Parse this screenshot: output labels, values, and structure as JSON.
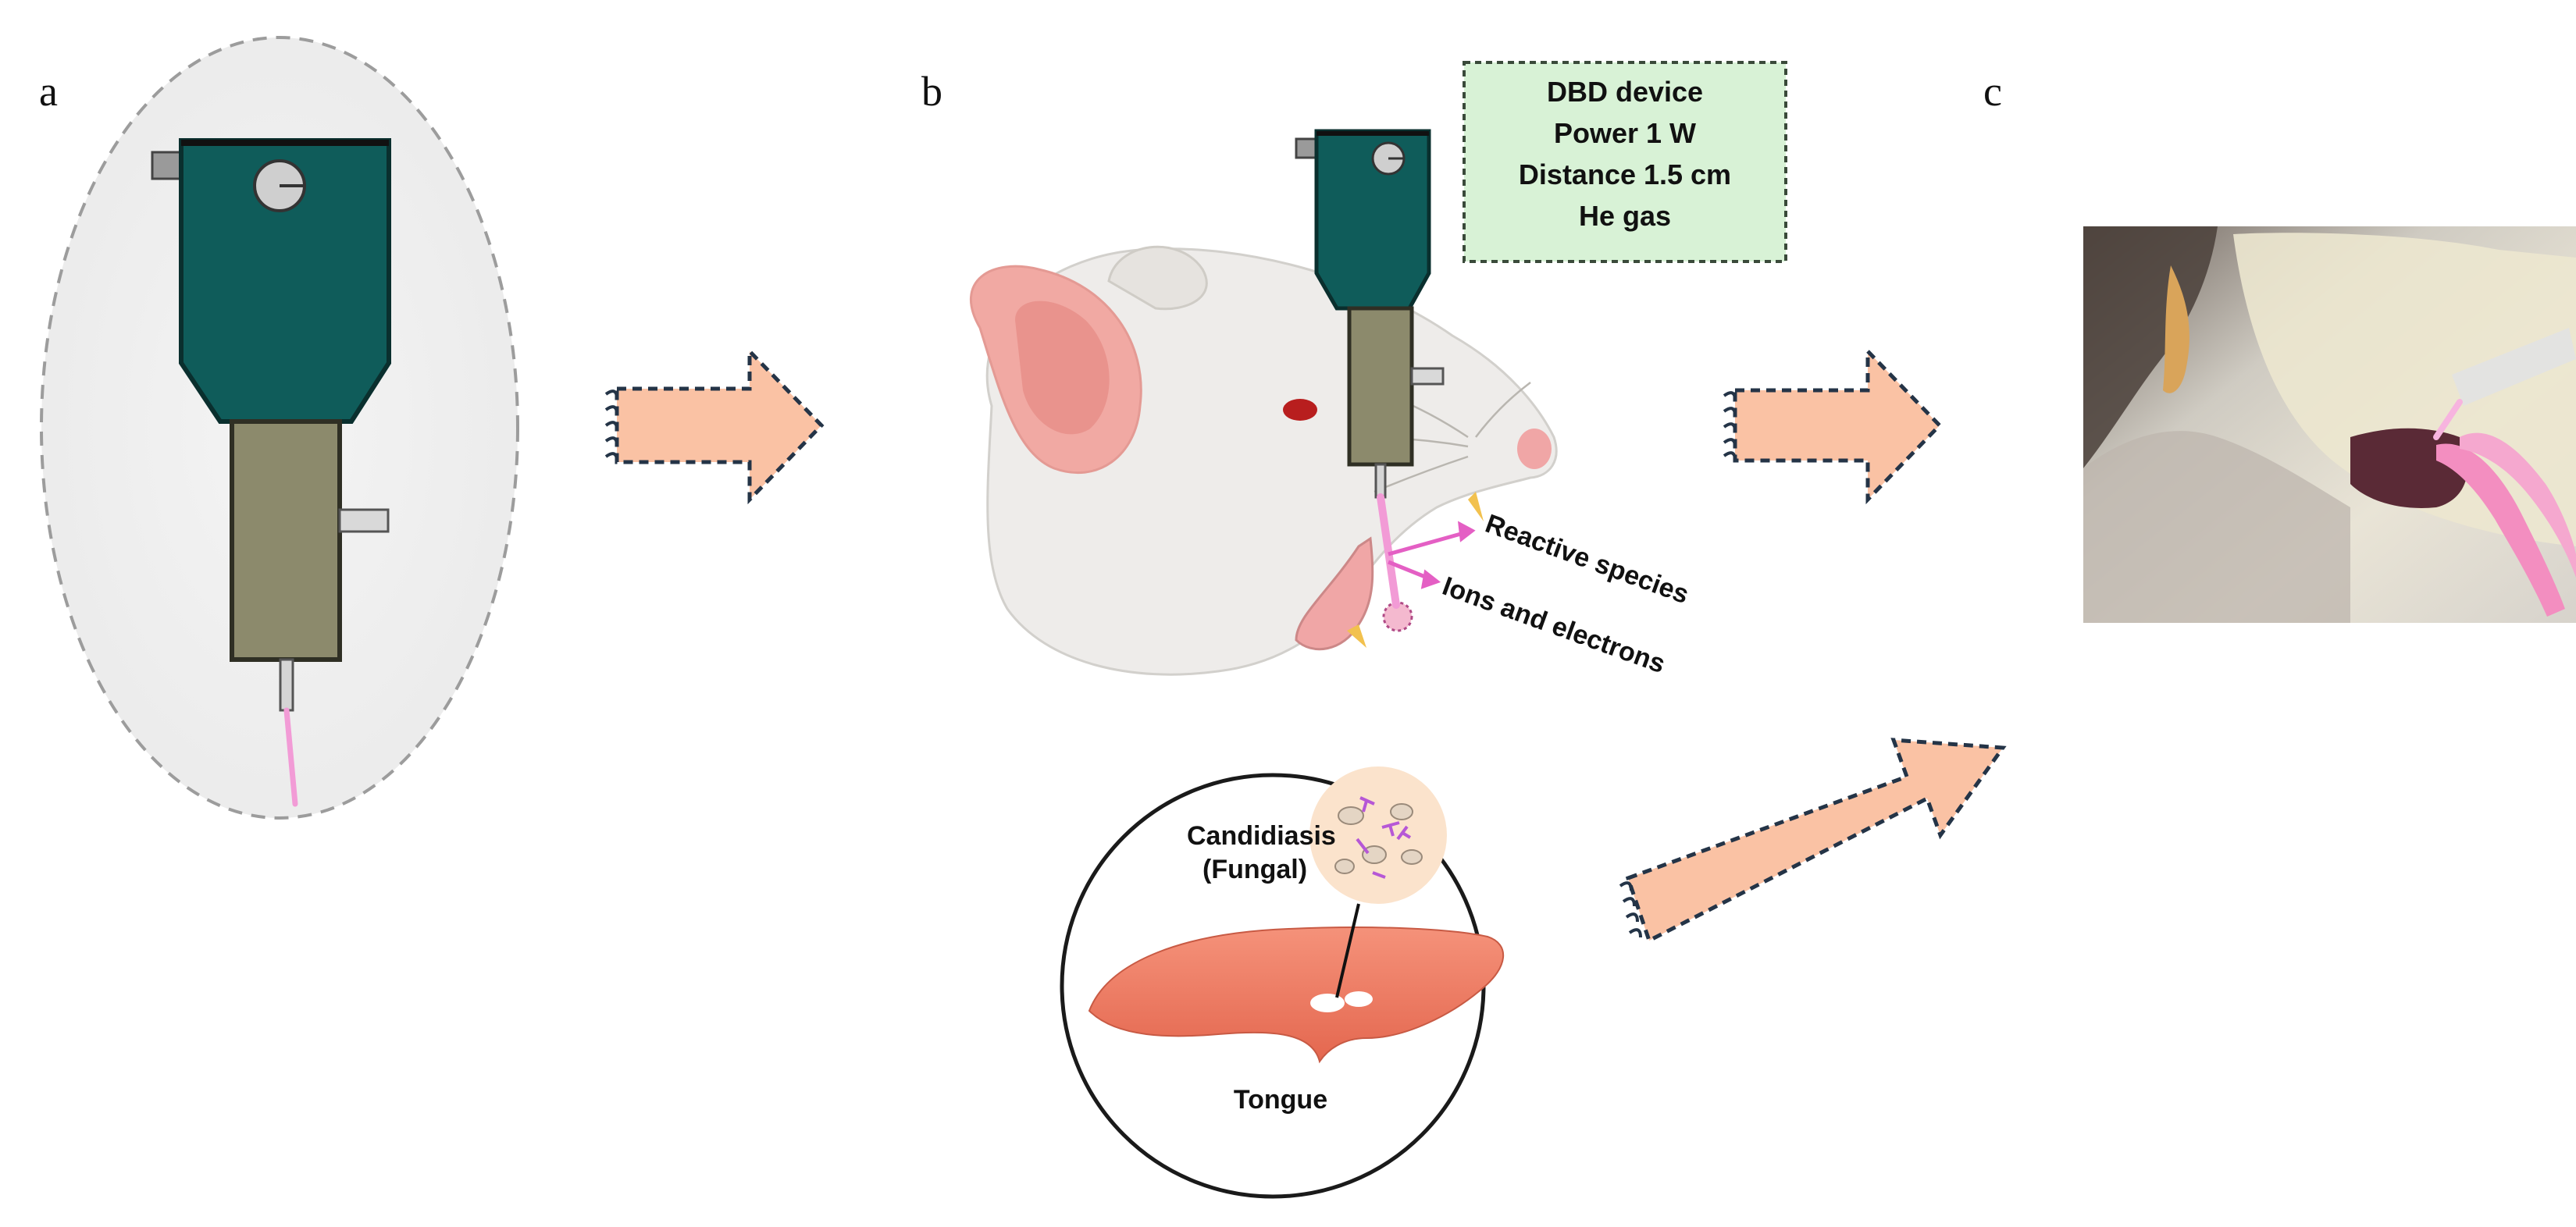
{
  "panels": {
    "a": "a",
    "b": "b",
    "c": "c"
  },
  "device_box": {
    "lines": [
      "DBD device",
      "Power 1 W",
      "Distance 1.5 cm",
      "He gas"
    ]
  },
  "plasma_labels": {
    "reactive": "Reactive species",
    "ions": "Ions and electrons"
  },
  "inset": {
    "candidiasis_line1": "Candidiasis",
    "candidiasis_line2": "(Fungal)",
    "tongue": "Tongue"
  },
  "colors": {
    "device_head": "#0f5c5a",
    "device_tube": "#8c8a6c",
    "plasma": "#f29bd6",
    "arrow_fill": "#fac2a4",
    "arrow_stroke": "#243447",
    "info_box_fill": "#d8f2d6",
    "tongue": "#f07f67"
  }
}
